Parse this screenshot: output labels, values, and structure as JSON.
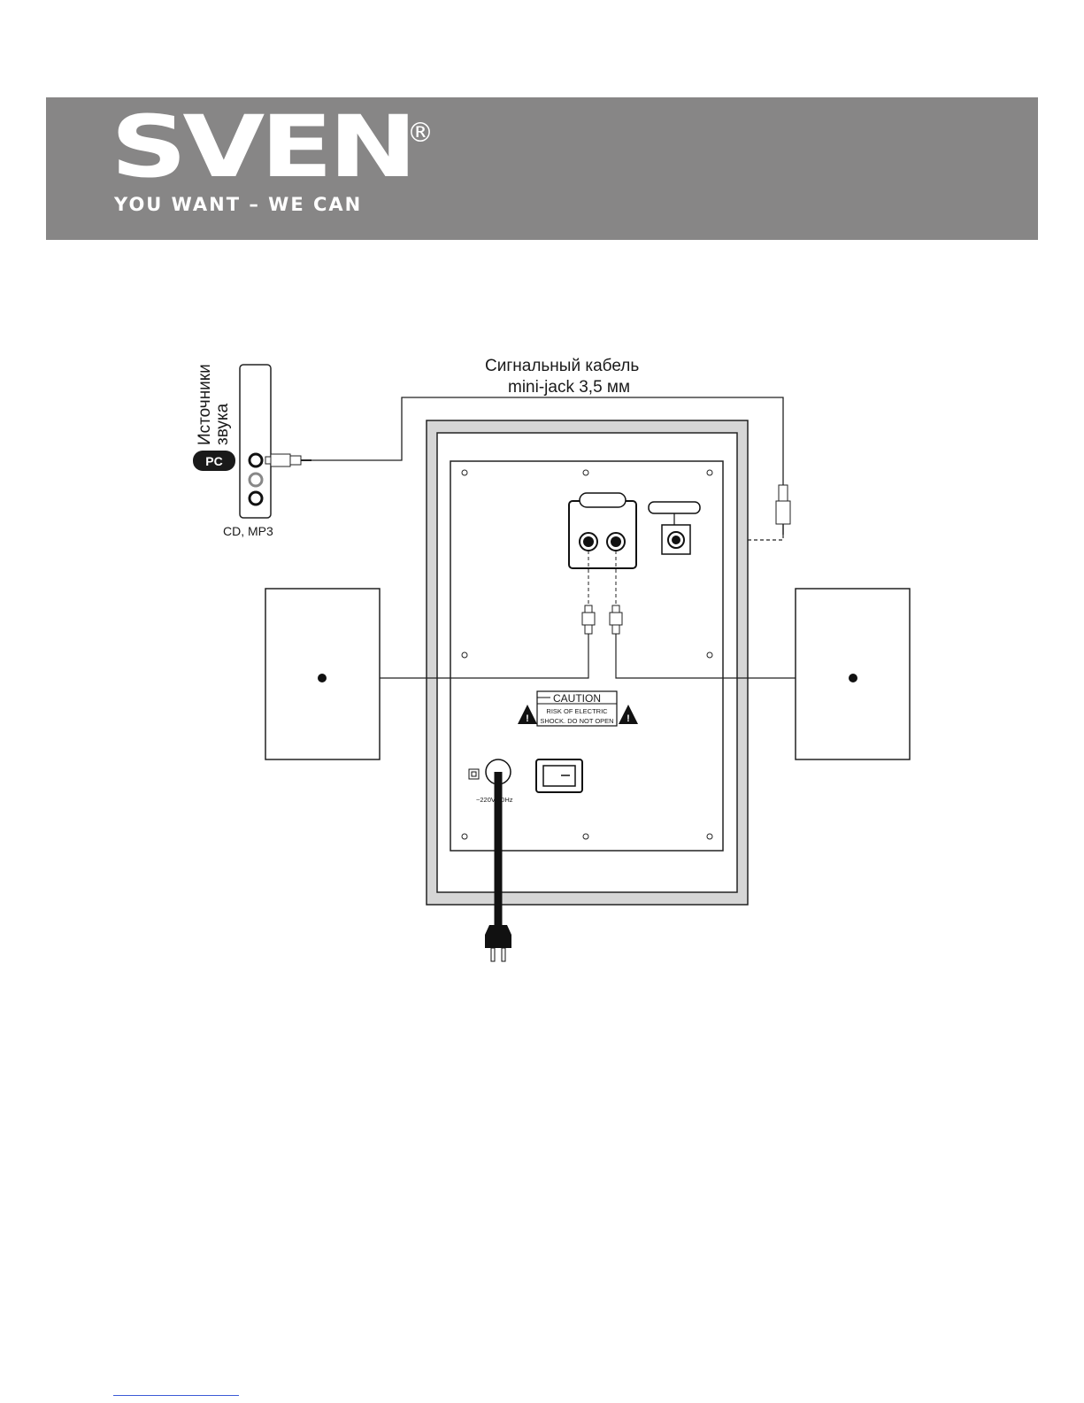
{
  "brand": {
    "name": "SVEN",
    "registered_mark": "®",
    "tagline": "YOU WANT – WE CAN"
  },
  "diagram": {
    "cable_label_line1": "Сигнальный кабель",
    "cable_label_line2": "mini-jack 3,5 мм",
    "source_label_line1": "Источники",
    "source_label_line2": "звука",
    "pc_badge": "PC",
    "source_caption": "CD, MP3",
    "caution_title": "CAUTION",
    "caution_line1": "RISK OF ELECTRIC",
    "caution_line2": "SHOCK.  DO NOT OPEN",
    "power_rating": "~220V/50Hz"
  }
}
